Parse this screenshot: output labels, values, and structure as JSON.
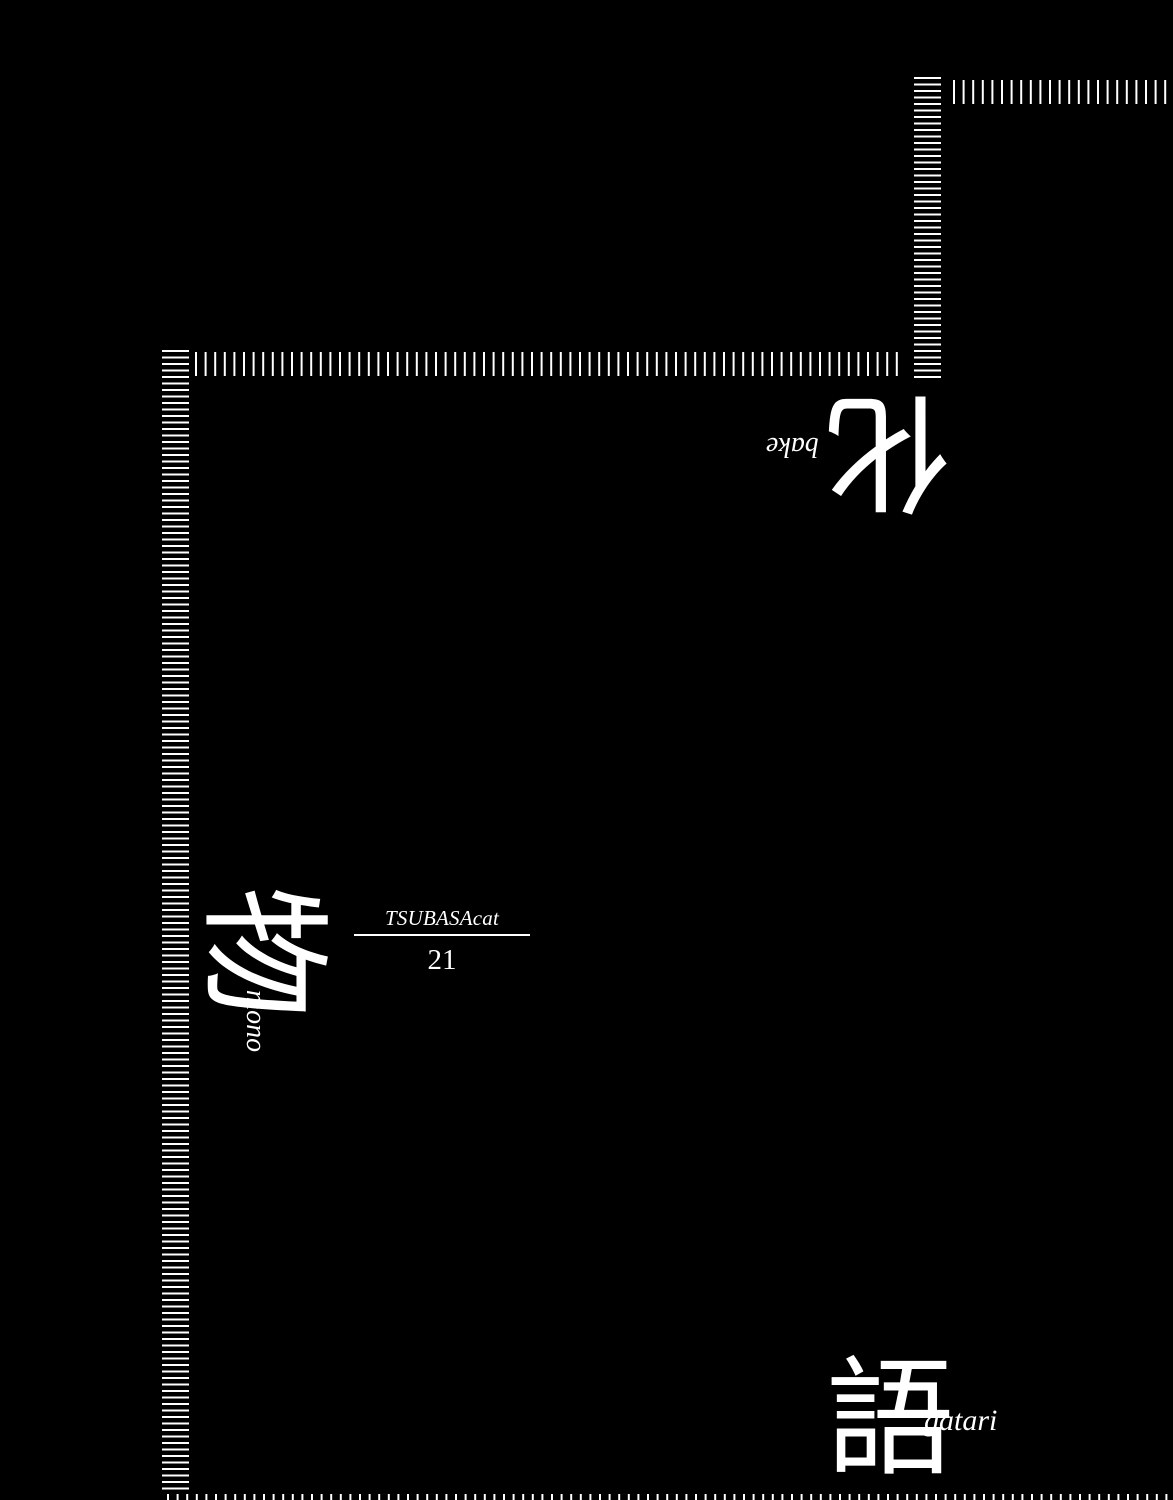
{
  "colors": {
    "background": "#000000",
    "ink": "#ffffff"
  },
  "title": {
    "part1": {
      "kanji": "化",
      "romaji": "bake"
    },
    "part2": {
      "kanji": "物",
      "romaji": "mono"
    },
    "part3": {
      "kanji": "語",
      "romaji": "gatari"
    }
  },
  "chapter": {
    "title": "TSUBASAcat",
    "number": "21"
  }
}
